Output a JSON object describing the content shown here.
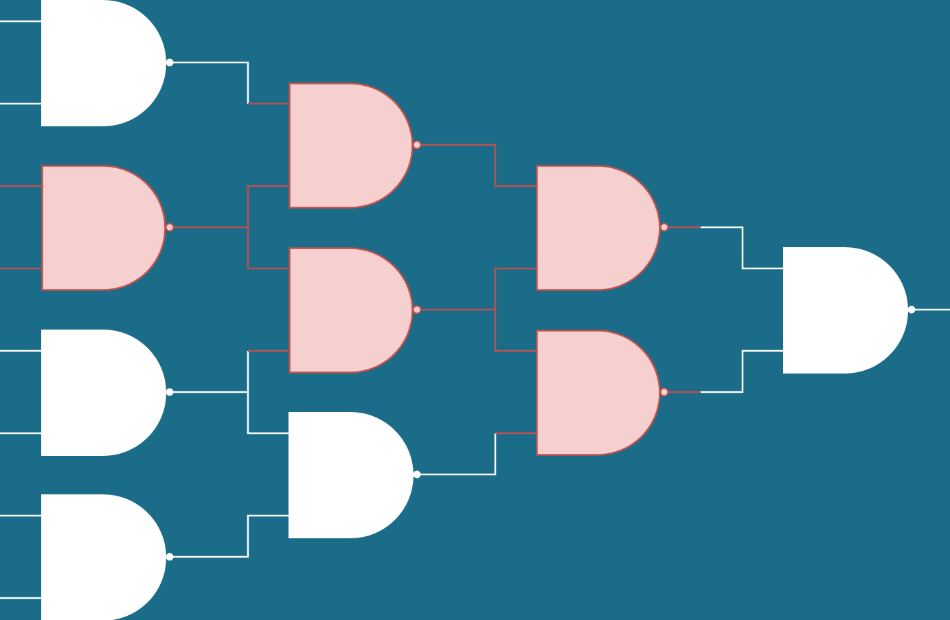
{
  "diagram": {
    "kind": "nand-gate-tree",
    "colors": {
      "background": "#1a6c89",
      "wire_default": "#ffffff",
      "gate_default_fill": "#ffffff",
      "highlight_fill": "#f6d0cf",
      "highlight_stroke": "#c0504d"
    },
    "gates": [
      {
        "id": "g1-1",
        "column": 1,
        "highlighted": false
      },
      {
        "id": "g1-2",
        "column": 1,
        "highlighted": true
      },
      {
        "id": "g1-3",
        "column": 1,
        "highlighted": false
      },
      {
        "id": "g1-4",
        "column": 1,
        "highlighted": false
      },
      {
        "id": "g2-1",
        "column": 2,
        "highlighted": true
      },
      {
        "id": "g2-2",
        "column": 2,
        "highlighted": true
      },
      {
        "id": "g2-3",
        "column": 2,
        "highlighted": false
      },
      {
        "id": "g3-1",
        "column": 3,
        "highlighted": true
      },
      {
        "id": "g3-2",
        "column": 3,
        "highlighted": true
      },
      {
        "id": "g4-1",
        "column": 4,
        "highlighted": false
      }
    ]
  }
}
